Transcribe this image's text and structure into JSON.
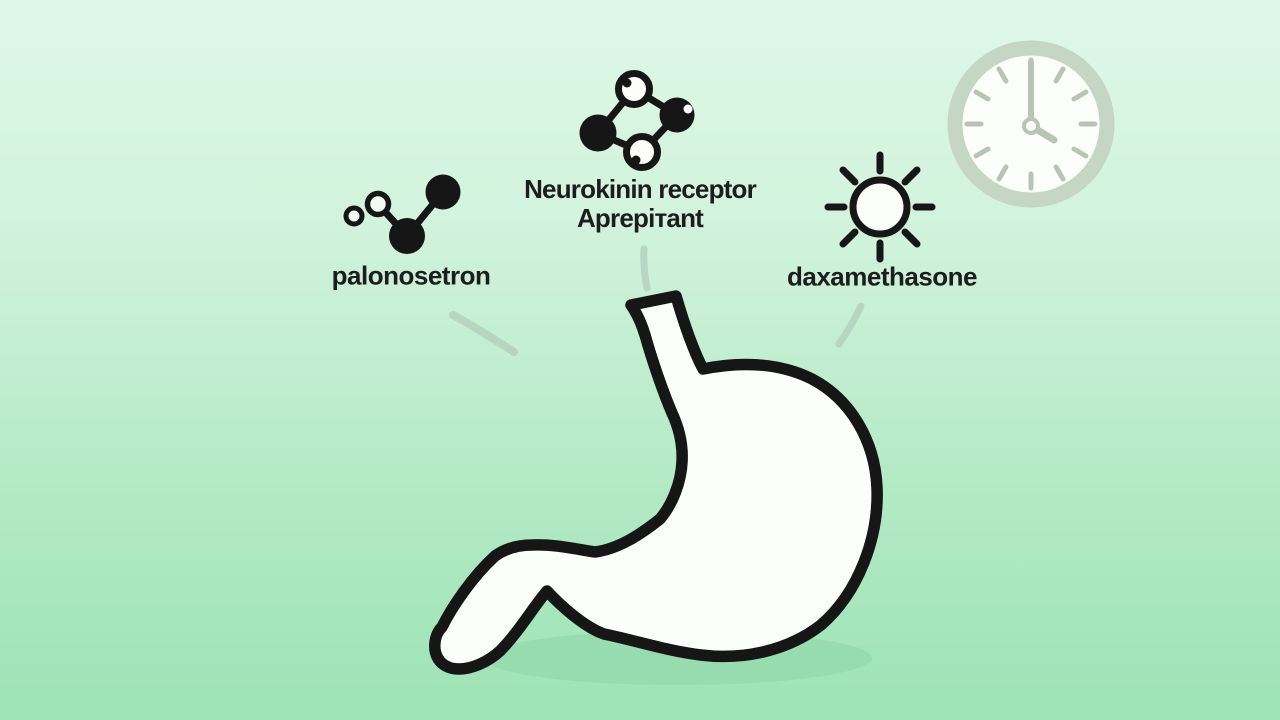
{
  "illustration": {
    "subject": "stomach antiemetic drugs diagram",
    "stomach_fill": "#fcfefb",
    "outline_color": "#161616",
    "shadow_color": "#8ed5a7"
  },
  "labels": {
    "drug_left": "palonosetron",
    "drug_center_line1": "Neurokinin receptor",
    "drug_center_line2": "Aprepiтant",
    "drug_right": "daxamethasone"
  },
  "icons": {
    "left": "molecule-icon",
    "center": "molecule-icon",
    "right": "sun-icon",
    "corner": "clock-icon",
    "clock_time": "4:00"
  },
  "colors": {
    "background_top": "#def8e7",
    "background_bottom": "#9ce3b5",
    "text": "#1d1d1d",
    "clock_rim": "#c6d6c4",
    "clock_face": "#fcfefa",
    "clock_marks": "#bac4b6",
    "connector_dash": "#b3cfbd"
  }
}
